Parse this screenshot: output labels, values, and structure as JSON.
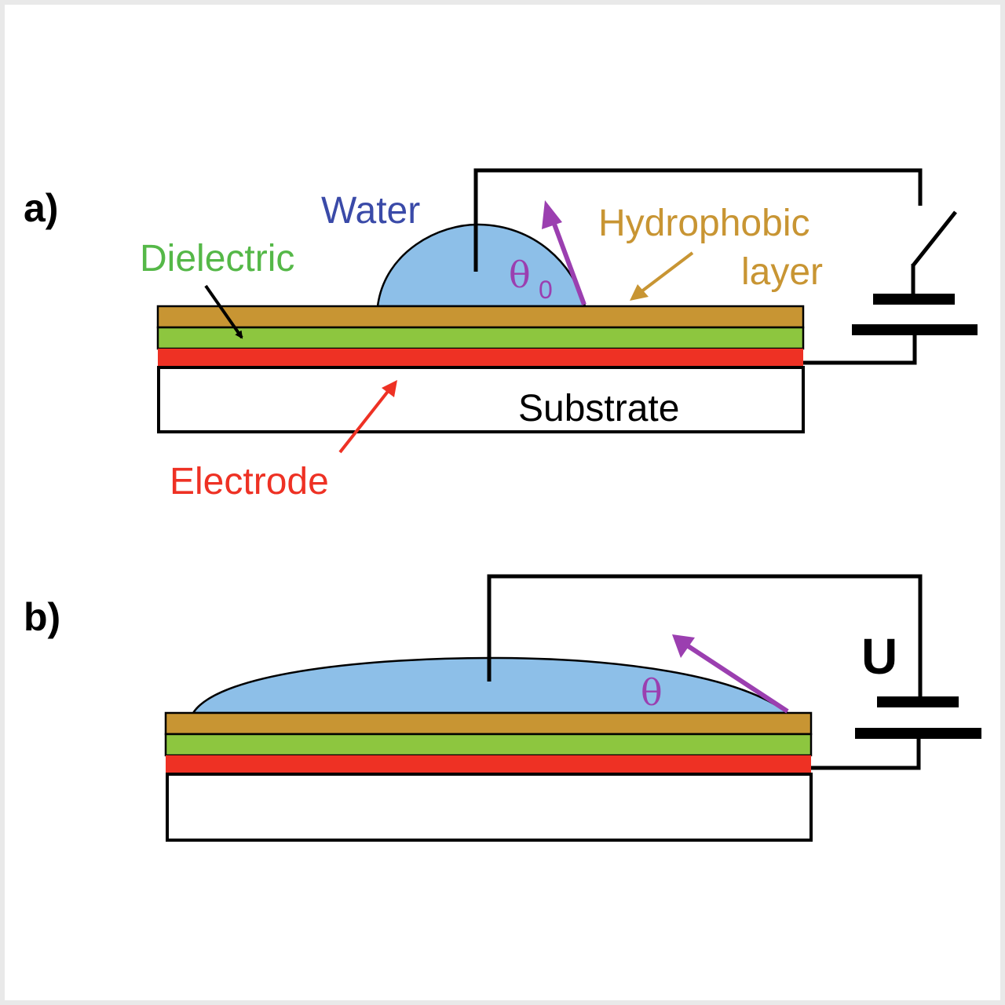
{
  "colors": {
    "water": "#8dbfe8",
    "hydrophobic": "#c89533",
    "dielectric": "#8dc63f",
    "electrode": "#ee3124",
    "contact_angle": "#9b3fb0",
    "water_label": "#3a4aa8",
    "hydrophobic_label": "#c89533",
    "dielectric_label": "#55b848",
    "electrode_label": "#ee3124",
    "wire": "#000000"
  },
  "panel_a": {
    "label": "a)",
    "water_label": "Water",
    "dielectric_label": "Dielectric",
    "hydrophobic_label_line1": "Hydrophobic",
    "hydrophobic_label_line2": "layer",
    "substrate_label": "Substrate",
    "electrode_label": "Electrode",
    "angle_symbol": "θ",
    "angle_subscript": "0"
  },
  "panel_b": {
    "label": "b)",
    "angle_symbol": "θ",
    "voltage_label": "U"
  }
}
